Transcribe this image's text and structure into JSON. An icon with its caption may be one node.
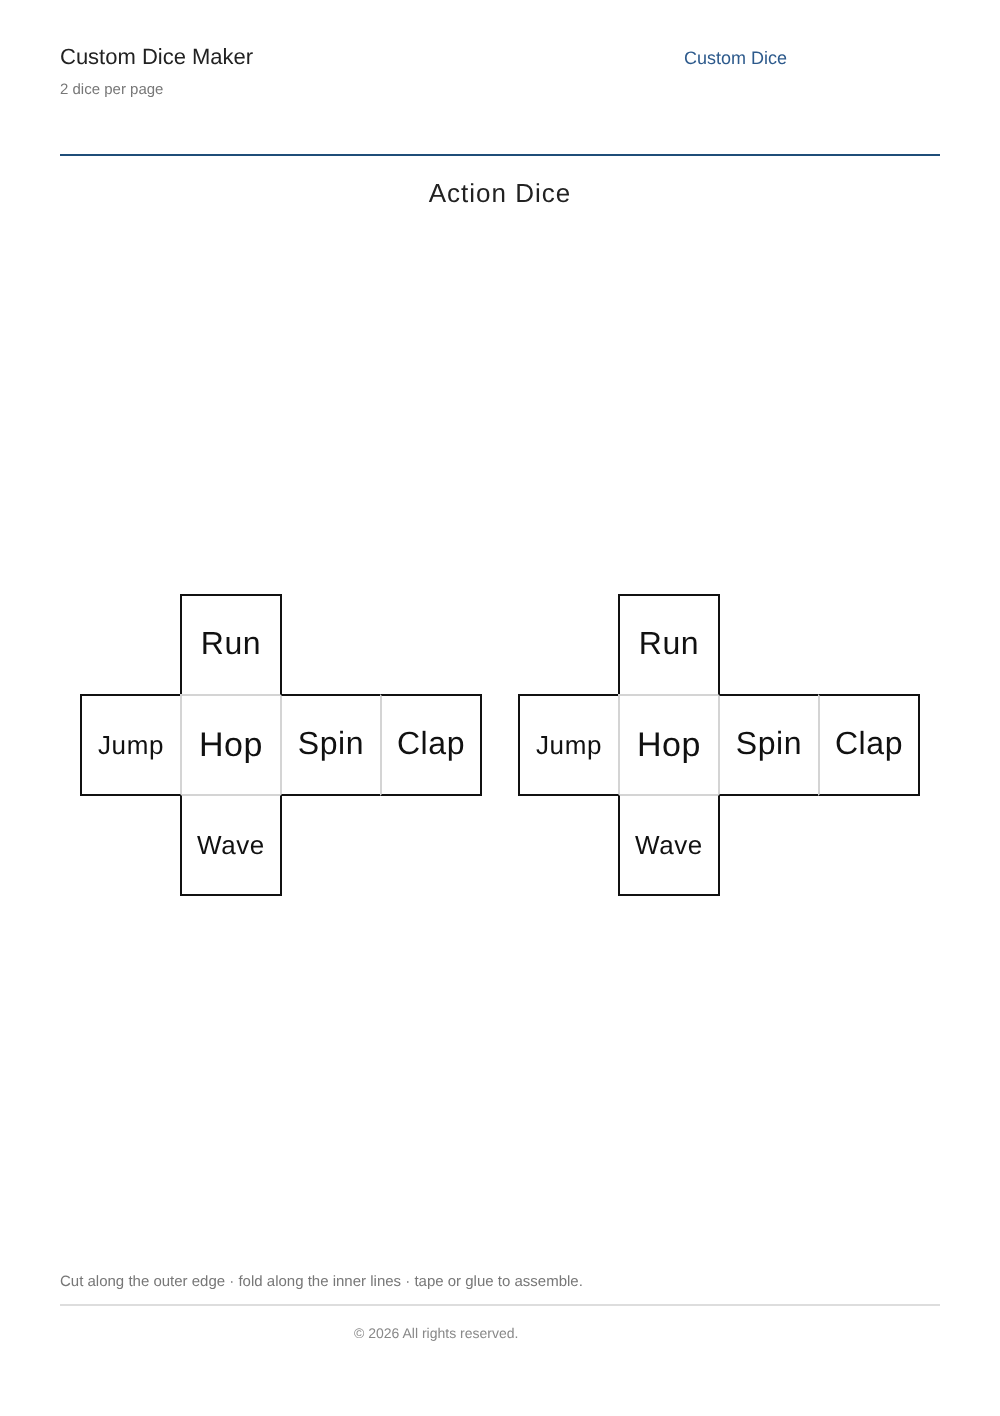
{
  "diagram": {
    "title": "Action Dice",
    "nodes": [
      {
        "text": [
          "Run"
        ]
      },
      {
        "text": [
          "Jump"
        ]
      },
      {
        "text": [
          "Hop"
        ]
      },
      {
        "text": [
          "Spin"
        ]
      },
      {
        "text": [
          "Clap"
        ]
      },
      {
        "text": [
          "Wave"
        ]
      },
      {
        "text": [
          "Run"
        ]
      },
      {
        "text": [
          "Jump"
        ]
      },
      {
        "text": [
          "Hop"
        ]
      },
      {
        "text": [
          "Spin"
        ]
      },
      {
        "text": [
          "Clap"
        ]
      },
      {
        "text": [
          "Wave"
        ]
      }
    ],
    "labels": [
      "Custom Dice Maker",
      "2 dice per page",
      "Custom Dice",
      "Cut along the outer edge · fold along the inner lines · tape or glue to assemble.",
      "© 2026 All rights reserved."
    ]
  }
}
